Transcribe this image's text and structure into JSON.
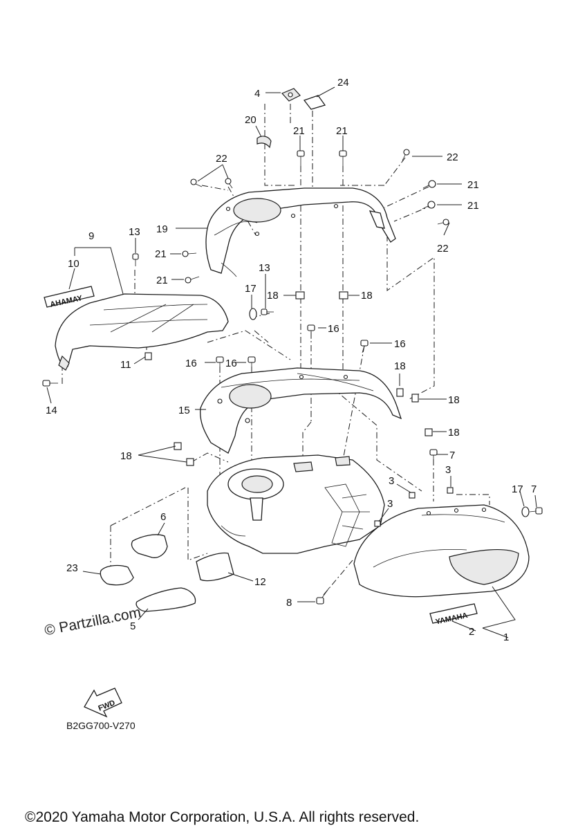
{
  "callouts": {
    "c1": "1",
    "c2": "2",
    "c3a": "3",
    "c3b": "3",
    "c3c": "3",
    "c4": "4",
    "c5": "5",
    "c6": "6",
    "c7a": "7",
    "c7b": "7",
    "c8": "8",
    "c9": "9",
    "c10": "10",
    "c11": "11",
    "c12": "12",
    "c13a": "13",
    "c13b": "13",
    "c14": "14",
    "c15": "15",
    "c16a": "16",
    "c16b": "16",
    "c16c": "16",
    "c16d": "16",
    "c17a": "17",
    "c17b": "17",
    "c18a": "18",
    "c18b": "18",
    "c18c": "18",
    "c18d": "18",
    "c18e": "18",
    "c18f": "18",
    "c19": "19",
    "c20": "20",
    "c21a": "21",
    "c21b": "21",
    "c21c": "21",
    "c21d": "21",
    "c21e": "21",
    "c21f": "21",
    "c22a": "22",
    "c22b": "22",
    "c22c": "22",
    "c23": "23",
    "c24": "24"
  },
  "emblem_left": "AHAMAY",
  "emblem_right": "YAMAHA",
  "fwd_label": "FWD",
  "watermark": "© Partzilla.com",
  "diagram_code": "B2GG700-V270",
  "copyright": "©2020 Yamaha Motor Corporation, U.S.A. All rights reserved."
}
